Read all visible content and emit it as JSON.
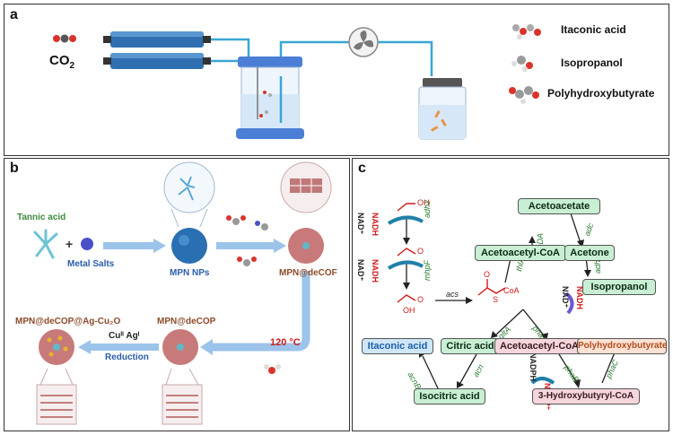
{
  "panel_a": {
    "label": "a",
    "co2": "CO",
    "co2_sub": "2",
    "products": [
      "Itaconic acid",
      "Isopropanol",
      "Polyhydroxybutyrate"
    ]
  },
  "panel_b": {
    "label": "b",
    "tannic_acid": "Tannic acid",
    "metal_salts": "Metal Salts",
    "mpn_nps": "MPN NPs",
    "mpn_decof": "MPN@deCOF",
    "temp": "120 °C",
    "mpn_decop": "MPN@deCOP",
    "mpn_decop_ag": "MPN@deCOP@Ag-Cu₂O",
    "cu_ag": "Cuᴵᴵ Agᴵ",
    "reduction": "Reduction"
  },
  "panel_c": {
    "label": "c",
    "nodes": {
      "acetoacetate": "Acetoacetate",
      "acetoacetyl_coa_1": "Acetoacetyl-CoA",
      "acetone": "Acetone",
      "isopropanol": "Isopropanol",
      "itaconic_acid": "Itaconic acid",
      "citric_acid": "Citric acid",
      "acetoacetyl_coa_2": "Acetoacetyl-CoA",
      "polyhydroxybutyrate": "Polyhydroxybutyrate",
      "isocitric_acid": "Isocitric acid",
      "hydroxybutyryl_coa": "3-Hydroxybutyryl-CoA"
    },
    "enzymes": {
      "adh2": "adh2",
      "mhpF": "mhpF",
      "acs": "acs",
      "thlA": "thlA",
      "atoDA": "atoDA",
      "adc": "adc",
      "adh": "adh",
      "gltA": "gltA",
      "phaA": "phaA",
      "acn": "acn",
      "acnB": "acnB",
      "phaB": "phaB",
      "phaC": "phaC"
    },
    "cofactors": {
      "nad1": "NAD⁺",
      "nadh1": "NADH",
      "nad2": "NAD⁺",
      "nadh2": "NADH",
      "nad3": "NAD⁺",
      "nadh3": "NADH",
      "nadph": "NADPH",
      "nadp": "NADP⁺"
    },
    "mol": {
      "oh1": "OH",
      "o1": "O",
      "o2": "O",
      "oh2": "OH",
      "o3": "O",
      "coa": "CoA",
      "s": "S"
    }
  },
  "colors": {
    "green_box": "#c8efd3",
    "blue_box": "#cfe6f7",
    "pink_box": "#f4d6dc",
    "orange_box": "#fbe2d5",
    "arrow_blue": "#9cc3ea",
    "enzyme_green": "#2e7d32",
    "nad_red": "#d11a1a"
  }
}
